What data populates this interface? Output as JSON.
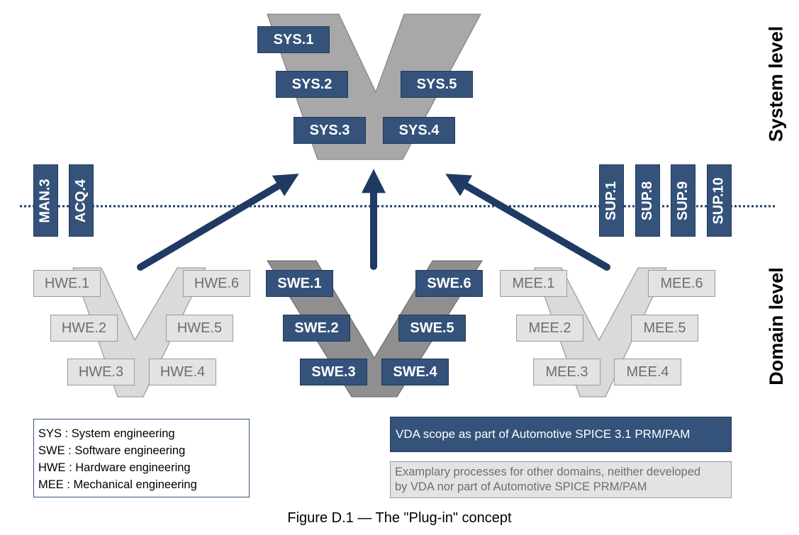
{
  "system": {
    "level_label": "System level",
    "processes": [
      "SYS.1",
      "SYS.2",
      "SYS.5",
      "SYS.3",
      "SYS.4"
    ]
  },
  "domain": {
    "level_label": "Domain level",
    "hwe": [
      "HWE.1",
      "HWE.6",
      "HWE.2",
      "HWE.5",
      "HWE.3",
      "HWE.4"
    ],
    "swe": [
      "SWE.1",
      "SWE.6",
      "SWE.2",
      "SWE.5",
      "SWE.3",
      "SWE.4"
    ],
    "mee": [
      "MEE.1",
      "MEE.6",
      "MEE.2",
      "MEE.5",
      "MEE.3",
      "MEE.4"
    ]
  },
  "cross_processes": {
    "left": [
      "MAN.3",
      "ACQ.4"
    ],
    "right": [
      "SUP.1",
      "SUP.8",
      "SUP.9",
      "SUP.10"
    ]
  },
  "legend": [
    "SYS : System engineering",
    "SWE : Software engineering",
    "HWE : Hardware engineering",
    "MEE : Mechanical engineering"
  ],
  "key": {
    "vda_scope": "VDA scope as part of Automotive SPICE 3.1 PRM/PAM",
    "examplary_line1": "Examplary processes for other domains, neither developed",
    "examplary_line2": "by VDA nor part of Automotive SPICE PRM/PAM"
  },
  "caption": "Figure D.1 — The \"Plug-in\" concept",
  "colors": {
    "scope_blue": "#34527a",
    "example_gray": "#e3e3e3",
    "system_v": "#a8a8a8",
    "swe_v": "#8f8f8f",
    "example_v": "#dadada"
  }
}
